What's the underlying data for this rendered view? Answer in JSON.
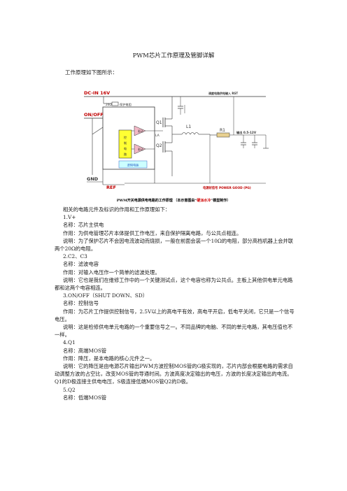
{
  "doc": {
    "title": "PWM芯片工作原理及管脚详解",
    "intro": "工作原理如下图所示：",
    "caption_pre": "PWM开关电源供电电路的工作原理 （本示意图由“",
    "caption_red": "硬派水冷",
    "caption_post": "”模型制作）"
  },
  "diagram": {
    "dcin": "DC-IN 16V",
    "onoff": "ON/OFF",
    "gnd": "GND",
    "ref": "REF",
    "protect": "保护电阻",
    "res": "20Ω",
    "q1": "Q1",
    "q2": "Q2",
    "l1": "L1",
    "r1": "R1",
    "chip": "控制电路",
    "drv1": "驱动",
    "drv2": "驱动",
    "logic": "逻辑电路",
    "la": "LA",
    "rst": "调度电路供电输入 RST",
    "vout": "输出 0.5-12V",
    "pg": "电源好信号 POWER GOOD (PG)"
  },
  "body": [
    {
      "cls": "ind",
      "text": "相关的电路元件及标识的作用和工作原理如下："
    },
    {
      "cls": "h",
      "text": "1.V+"
    },
    {
      "cls": "h",
      "text": "名称：芯片主供电"
    },
    {
      "cls": "h",
      "text": "作用：为供电管理芯片本体提供工作电压，来自保护隔离电路，与公共点相连。"
    },
    {
      "cls": "ind",
      "text": "说明：为了保护芯片不会因电流波动而烧损，一般在前面会装一个10Ω的电阻，部分高档机器上会并联两个20Ω的电阻。"
    },
    {
      "cls": "h",
      "text": "2.C2、C3"
    },
    {
      "cls": "h",
      "text": "名称：滤波电容"
    },
    {
      "cls": "h",
      "text": "作用：对输入电压作一个简单的滤波处理。"
    },
    {
      "cls": "ind",
      "text": "说明：它也是我们在维修工作中的一个关键测试点，这个电容也称为公共点。主板上其他供电单元电路都和这两个电容相连。"
    },
    {
      "cls": "h",
      "text": "3.ON/OFF（SHUT DOWN、SD）"
    },
    {
      "cls": "h",
      "text": "名称：控制信号"
    },
    {
      "cls": "ind",
      "text": "作用：为芯片工作提供控制信号，2.5V以上的高电平有效，高电平开启，低电平关闭，它只是一个信号电压。"
    },
    {
      "cls": "ind",
      "text": "说明：这是检修供电单元电路的一个重要信号之一。不同品牌的电脑、不同的单元电路，其电压值也不一样。"
    },
    {
      "cls": "h",
      "text": "4.Q1"
    },
    {
      "cls": "h",
      "text": "名称：高端MOS管"
    },
    {
      "cls": "h",
      "text": "作用：降压，是本电路的核心元件之一。"
    },
    {
      "cls": "ind",
      "text": "说明：它的降压是由电源芯片输出PWM方波控制MOS管的G极实现的，芯片内部会根据电路的需求自动调整方波的占空比，改变MOS管的导通时间。方波高度决定输出的电压，方波的长度决定输出的电流。Q1的D极连接主供电电压，S极连接低端MOS管Q2的D极。"
    },
    {
      "cls": "h",
      "text": "5.Q2"
    },
    {
      "cls": "h",
      "text": "名称：低端MOS管"
    }
  ]
}
